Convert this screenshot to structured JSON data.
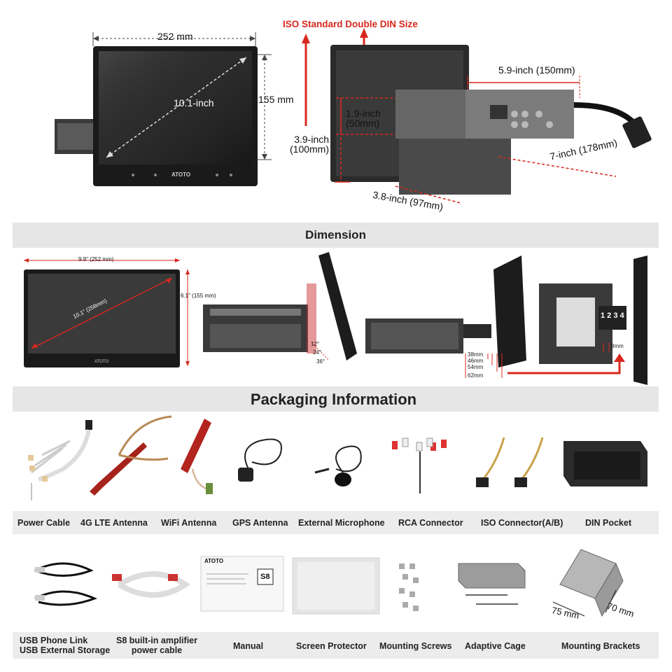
{
  "top": {
    "width_label": "252 mm",
    "height_label": "155 mm",
    "diag_label": "10.1-inch",
    "brand": "ATOTO",
    "iso_title": "ISO Standard Double DIN Size",
    "depth_label": "5.9-inch (150mm)",
    "din_height_label": "1.9-inch\n(50mm)",
    "panel_height_label": "3.9-inch\n(100mm)",
    "total_depth_label": "7-inch (178mm)",
    "width_din_label": "3.8-inch (97mm)"
  },
  "dimension": {
    "section_title": "Dimension",
    "width_label": "9.9\" (252 mm)",
    "height_label": "6.1\" (155 mm)",
    "diag_label": "10.1\" (258mm)",
    "brand": "ATOTO",
    "angles": [
      "12°",
      "24°",
      "36°"
    ],
    "offsets": [
      "38mm",
      "46mm",
      "54mm",
      "62mm"
    ],
    "positions": "1 2 3 4",
    "offset_8mm": "8mm"
  },
  "packaging": {
    "section_title": "Packaging Information",
    "row1": [
      "Power Cable",
      "4G LTE Antenna",
      "WiFi Antenna",
      "GPS Antenna",
      "External Microphone",
      "RCA Connector",
      "ISO Connector(A/B)",
      "DIN Pocket"
    ],
    "row2": [
      "USB Phone Link\nUSB External Storage",
      "S8 built-in amplifier\npower cable",
      "Manual",
      "Screen Protector",
      "Mounting Screws",
      "Adaptive Cage",
      "Mounting Brackets"
    ],
    "manual_brand": "ATOTO",
    "manual_badge": "S8",
    "bracket_dims": [
      "70 mm",
      "75 mm"
    ]
  },
  "colors": {
    "accent_red": "#d8281e",
    "band_gray": "#e6e6e6"
  }
}
